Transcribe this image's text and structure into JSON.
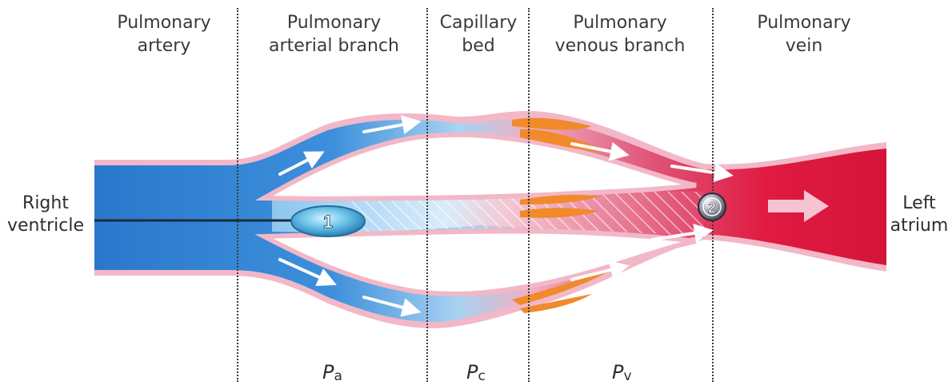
{
  "headers": {
    "pulmonary_artery": [
      "Pulmonary",
      "artery"
    ],
    "arterial_branch": [
      "Pulmonary",
      "arterial branch"
    ],
    "capillary_bed": [
      "Capillary",
      "bed"
    ],
    "venous_branch": [
      "Pulmonary",
      "venous branch"
    ],
    "pulmonary_vein": [
      "Pulmonary",
      "vein"
    ]
  },
  "side_labels": {
    "right_ventricle": [
      "Right",
      "ventricle"
    ],
    "left_atrium": [
      "Left",
      "atrium"
    ]
  },
  "pressures": {
    "arterial": {
      "symbol": "P",
      "subscript": "a"
    },
    "capillary": {
      "symbol": "P",
      "subscript": "c"
    },
    "venous": {
      "symbol": "P",
      "subscript": "v"
    }
  },
  "markers": {
    "balloon": "1",
    "wedge": "2"
  },
  "colors": {
    "arterial_blue": "#2f7fd0",
    "light_blue": "#b9dcf5",
    "venous_red": "#e2183f",
    "wall_pink": "#f0b7c6",
    "muscle_orange": "#f28a2a",
    "divider": "#3a3a3a"
  }
}
